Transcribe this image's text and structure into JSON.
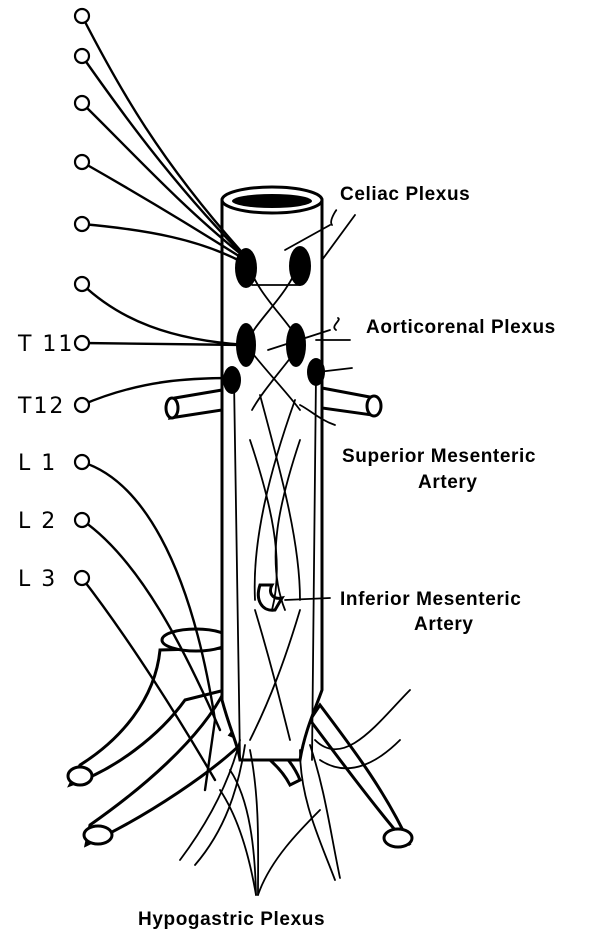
{
  "labels": {
    "celiac": "Celiac Plexus",
    "aorticorenal": "Aorticorenal Plexus",
    "superior_mesenteric_1": "Superior Mesenteric",
    "superior_mesenteric_2": "Artery",
    "inferior_mesenteric_1": "Inferior Mesenteric",
    "inferior_mesenteric_2": "Artery",
    "hypogastric": "Hypogastric Plexus"
  },
  "segments": [
    "T 11",
    "T12",
    "L 1",
    "L 2",
    "L 3"
  ]
}
